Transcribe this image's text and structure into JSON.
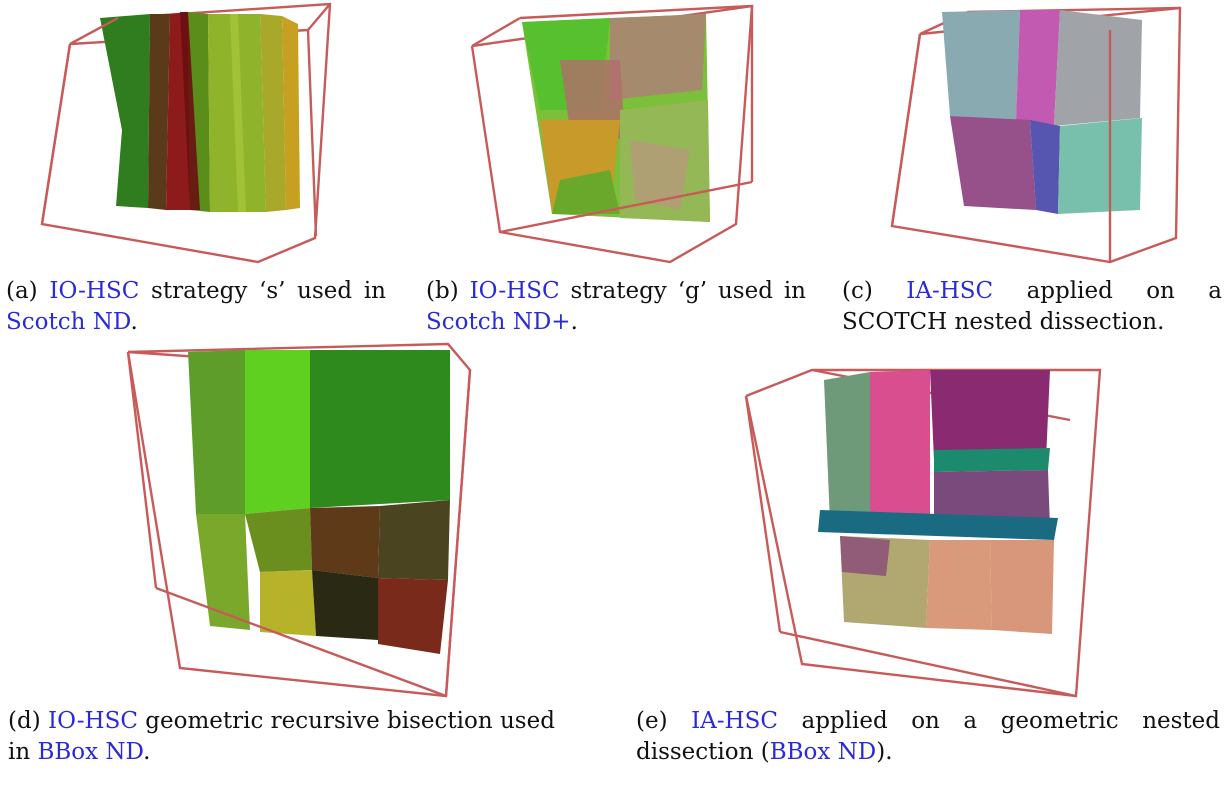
{
  "colors": {
    "link": "#2a2ad8",
    "box_edge": "#c85a5a"
  },
  "panels": {
    "a": {
      "label": "(a)",
      "link1": "IO-HSC",
      "t1": " strategy ‘s’ used in ",
      "link2": "Scotch ND",
      "t2": "."
    },
    "b": {
      "label": "(b)",
      "link1": "IO-HSC",
      "t1": " strategy ‘g’ used in ",
      "link2": "Scotch ND+",
      "t2": "."
    },
    "c": {
      "label": "(c)",
      "link1": "IA-HSC",
      "t1": " applied on a SCOTCH nested dissection."
    },
    "d": {
      "label": "(d)",
      "link1": "IO-HSC",
      "t1": " geometric recursive bisection used in ",
      "link2": "BBox ND",
      "t2": "."
    },
    "e": {
      "label": "(e)",
      "link1": "IA-HSC",
      "t1": " applied on a geometric nested dissection (",
      "link2": "BBox ND",
      "t2": ")."
    }
  },
  "icons": {
    "a": "voxel-cube-icon",
    "b": "voxel-cube-icon",
    "c": "voxel-cube-icon",
    "d": "voxel-cube-icon",
    "e": "voxel-cube-icon"
  }
}
